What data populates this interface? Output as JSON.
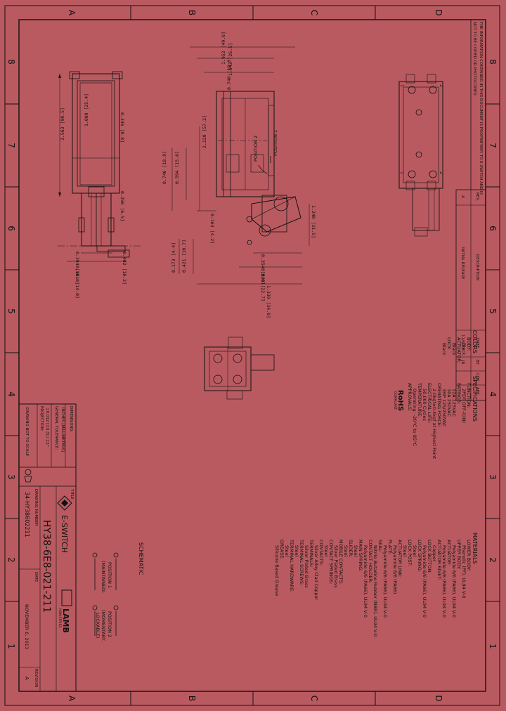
{
  "border": {
    "columns": [
      "8",
      "7",
      "6",
      "5",
      "4",
      "3",
      "2",
      "1"
    ],
    "rows": [
      "D",
      "C",
      "B",
      "A"
    ]
  },
  "proprietary_note": {
    "line1": "THE INFORMATION CONTAINED IN THIS DOCUMENT IS PROPRIETARY TO E-SWITCH AND IS",
    "line2": "NOT TO BE COPIED OR PHOTOCOPIED"
  },
  "revision": {
    "headers": [
      "REV.",
      "DESCRIPTION",
      "DATE",
      "BY",
      "CHK",
      "APP"
    ],
    "row": [
      "A",
      "INITIAL RELEASE",
      "11/6/13",
      "JR",
      "",
      ""
    ]
  },
  "dimensions_front": {
    "d1": "1.952 [49.6]",
    "d2": "1.043 [26.5]",
    "d3": "0.748 [19.0]",
    "d4": "2.228 [57.2]",
    "d5": "0.594 [15.6]",
    "d6": "0.746 [18.9]",
    "d7": "0.163 [4.2]",
    "d8": "1.240 [31.5]",
    "d9": "0.354 [9.0]",
    "d10": "0.694 [22.7]",
    "d11": "1.339 [34.0]",
    "d12": "0.421 [10.7]",
    "d13": "0.173 [4.4]",
    "position1": "POSITION 1",
    "position2": "POSITION 2"
  },
  "dimensions_side": {
    "d1": "1.000 [25.4]",
    "d2": "0.346 [8.8]",
    "d3": "3.563 [90.5]",
    "d4": "0.256 [6.5]",
    "d5": "0.394 [10.0]",
    "d6": "0.402 [10.2]",
    "d7": "0.551 [14.0]"
  },
  "colors": {
    "title": "COLORS",
    "body_label": "BODY:",
    "body_value": "Black",
    "actuator_label": "ACTUATOR:",
    "actuator_value": "Black",
    "lock_label": "LOCK",
    "lock_value": "Black"
  },
  "specifications": {
    "title": "SPECIFICATIONS",
    "lines": [
      "FUNCTION:",
      "2PDT OFF-(ON)",
      "RATINGS:",
      "12A 125VAC",
      "10A 250VAC",
      "3HP 125/250VAC",
      "OPERATING FORCE:",
      "2.0kgf±0.4kgf at Highest Point",
      "ELECTRICAL LIFE:",
      "50,000 Cycles",
      "TEMPERATURE:",
      "Operating: -20°C to 85°C",
      "APPROVALS:"
    ],
    "rohs": "RoHS",
    "compliant": "COMPLIANT"
  },
  "materials": {
    "title": "MATERIALS",
    "lines": [
      "LOWER BODY:",
      "Phenolic (PF), UL94 V-0",
      "UPPER BODY:",
      "Polyamide 6/6 (PA66), UL94 V-0",
      "ACTUATOR:",
      "Polyamide 6/6 (PA66), UL94 V-0",
      "ACTUATOR RIVET:",
      "Copper",
      "LOCK BUTTON:",
      "Polyamide 6/6 (PA66), UL94 V-0",
      "LOCK SPRING:",
      "Steel",
      "LOCK POST:",
      "Steel",
      "ACTUATOR LINK:",
      "Polyamide 6/6 (PA66)",
      "PLATE:",
      "Polyamide 6/6 (PA66), UL94 V-0",
      "SEAL:",
      "Nitrile Butadine Rubber (NBR), UL94 V-0",
      "CONTACT HOLDER:",
      "Polyamide 6/6 (PA66), UL94 V-0",
      "MAIN SPRING:",
      "Steel",
      "SLIDER:",
      "Steel",
      "MOBILE CONTACTS:",
      "Silver Plated Brass",
      "CONTACT SPRINGS:",
      "Steel",
      "CONTACTS:",
      "Silver Alloy Clad Copper",
      "TERMINALS:",
      "Silver Plated Brass",
      "TERMINAL SCREWS:",
      "Steel",
      "TERMINAL HARDWARE:",
      "Steel",
      "GREASE:",
      "Silicone Based Grease"
    ]
  },
  "schematic": {
    "title": "SCHEMATIC",
    "pos1_line1": "POSITION 1",
    "pos1_line2": "(MAINTAINED)",
    "pos2_line1": "POSITION 2",
    "pos2_line2": "(MOMENTARY,",
    "pos2_line3": "LOCKABLE)",
    "pin1": "1",
    "pin2": "2"
  },
  "title_block": {
    "dims_label": "DIMENSIONS:",
    "dims_value": "INCHES [MILLIMETERS]",
    "tolerance_label": "GENERAL TOLERANCE:",
    "tolerance_value": "±0.012 [±0.3] / ±1°",
    "projection_label": "PROJECTION:",
    "note": "DRAWING NOT TO SCALE",
    "title_label": "TITLE",
    "brand": "E-SWITCH",
    "brand2": "LAMB",
    "brand2_sub": "INDUSTRIES",
    "part_number": "HY38-6E8-021-211",
    "drawing_number_label": "DRAWING NUMBER",
    "drawing_number": "34-HY38602211",
    "date_label": "DATE",
    "date": "NOVEMBER 6, 2013",
    "rev_label": "REVISION",
    "rev": "A"
  }
}
